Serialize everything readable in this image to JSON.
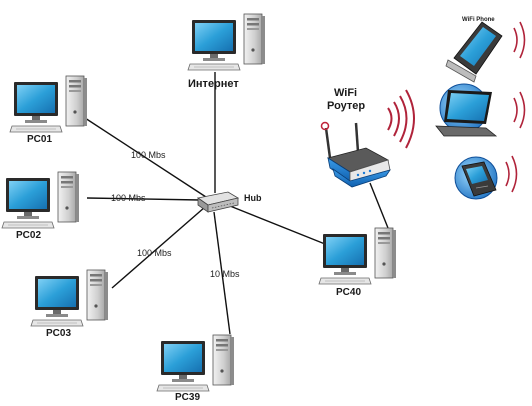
{
  "nodes": {
    "internet": "Интернет",
    "hub": "Hub",
    "router_line1": "WiFi",
    "router_line2": "Роутер",
    "pc01": "PC01",
    "pc02": "PC02",
    "pc03": "PC03",
    "pc39": "PC39",
    "pc40": "PC40",
    "wifi_phone": "WiFi Phone"
  },
  "links": {
    "pc01_speed": "100 Mbs",
    "pc02_speed": "100 Mbs",
    "pc03_speed": "100 Mbs",
    "pc39_speed": "10 Mbs"
  },
  "icons": {
    "computer": "desktop-computer-icon",
    "router": "wifi-router-icon",
    "hub": "network-hub-icon",
    "pda": "pda-icon",
    "laptop": "laptop-icon",
    "phone": "mobile-phone-icon"
  },
  "colors": {
    "screen": "#2b9fd8",
    "router_blue": "#1874c8",
    "wave_red": "#b0233a"
  }
}
